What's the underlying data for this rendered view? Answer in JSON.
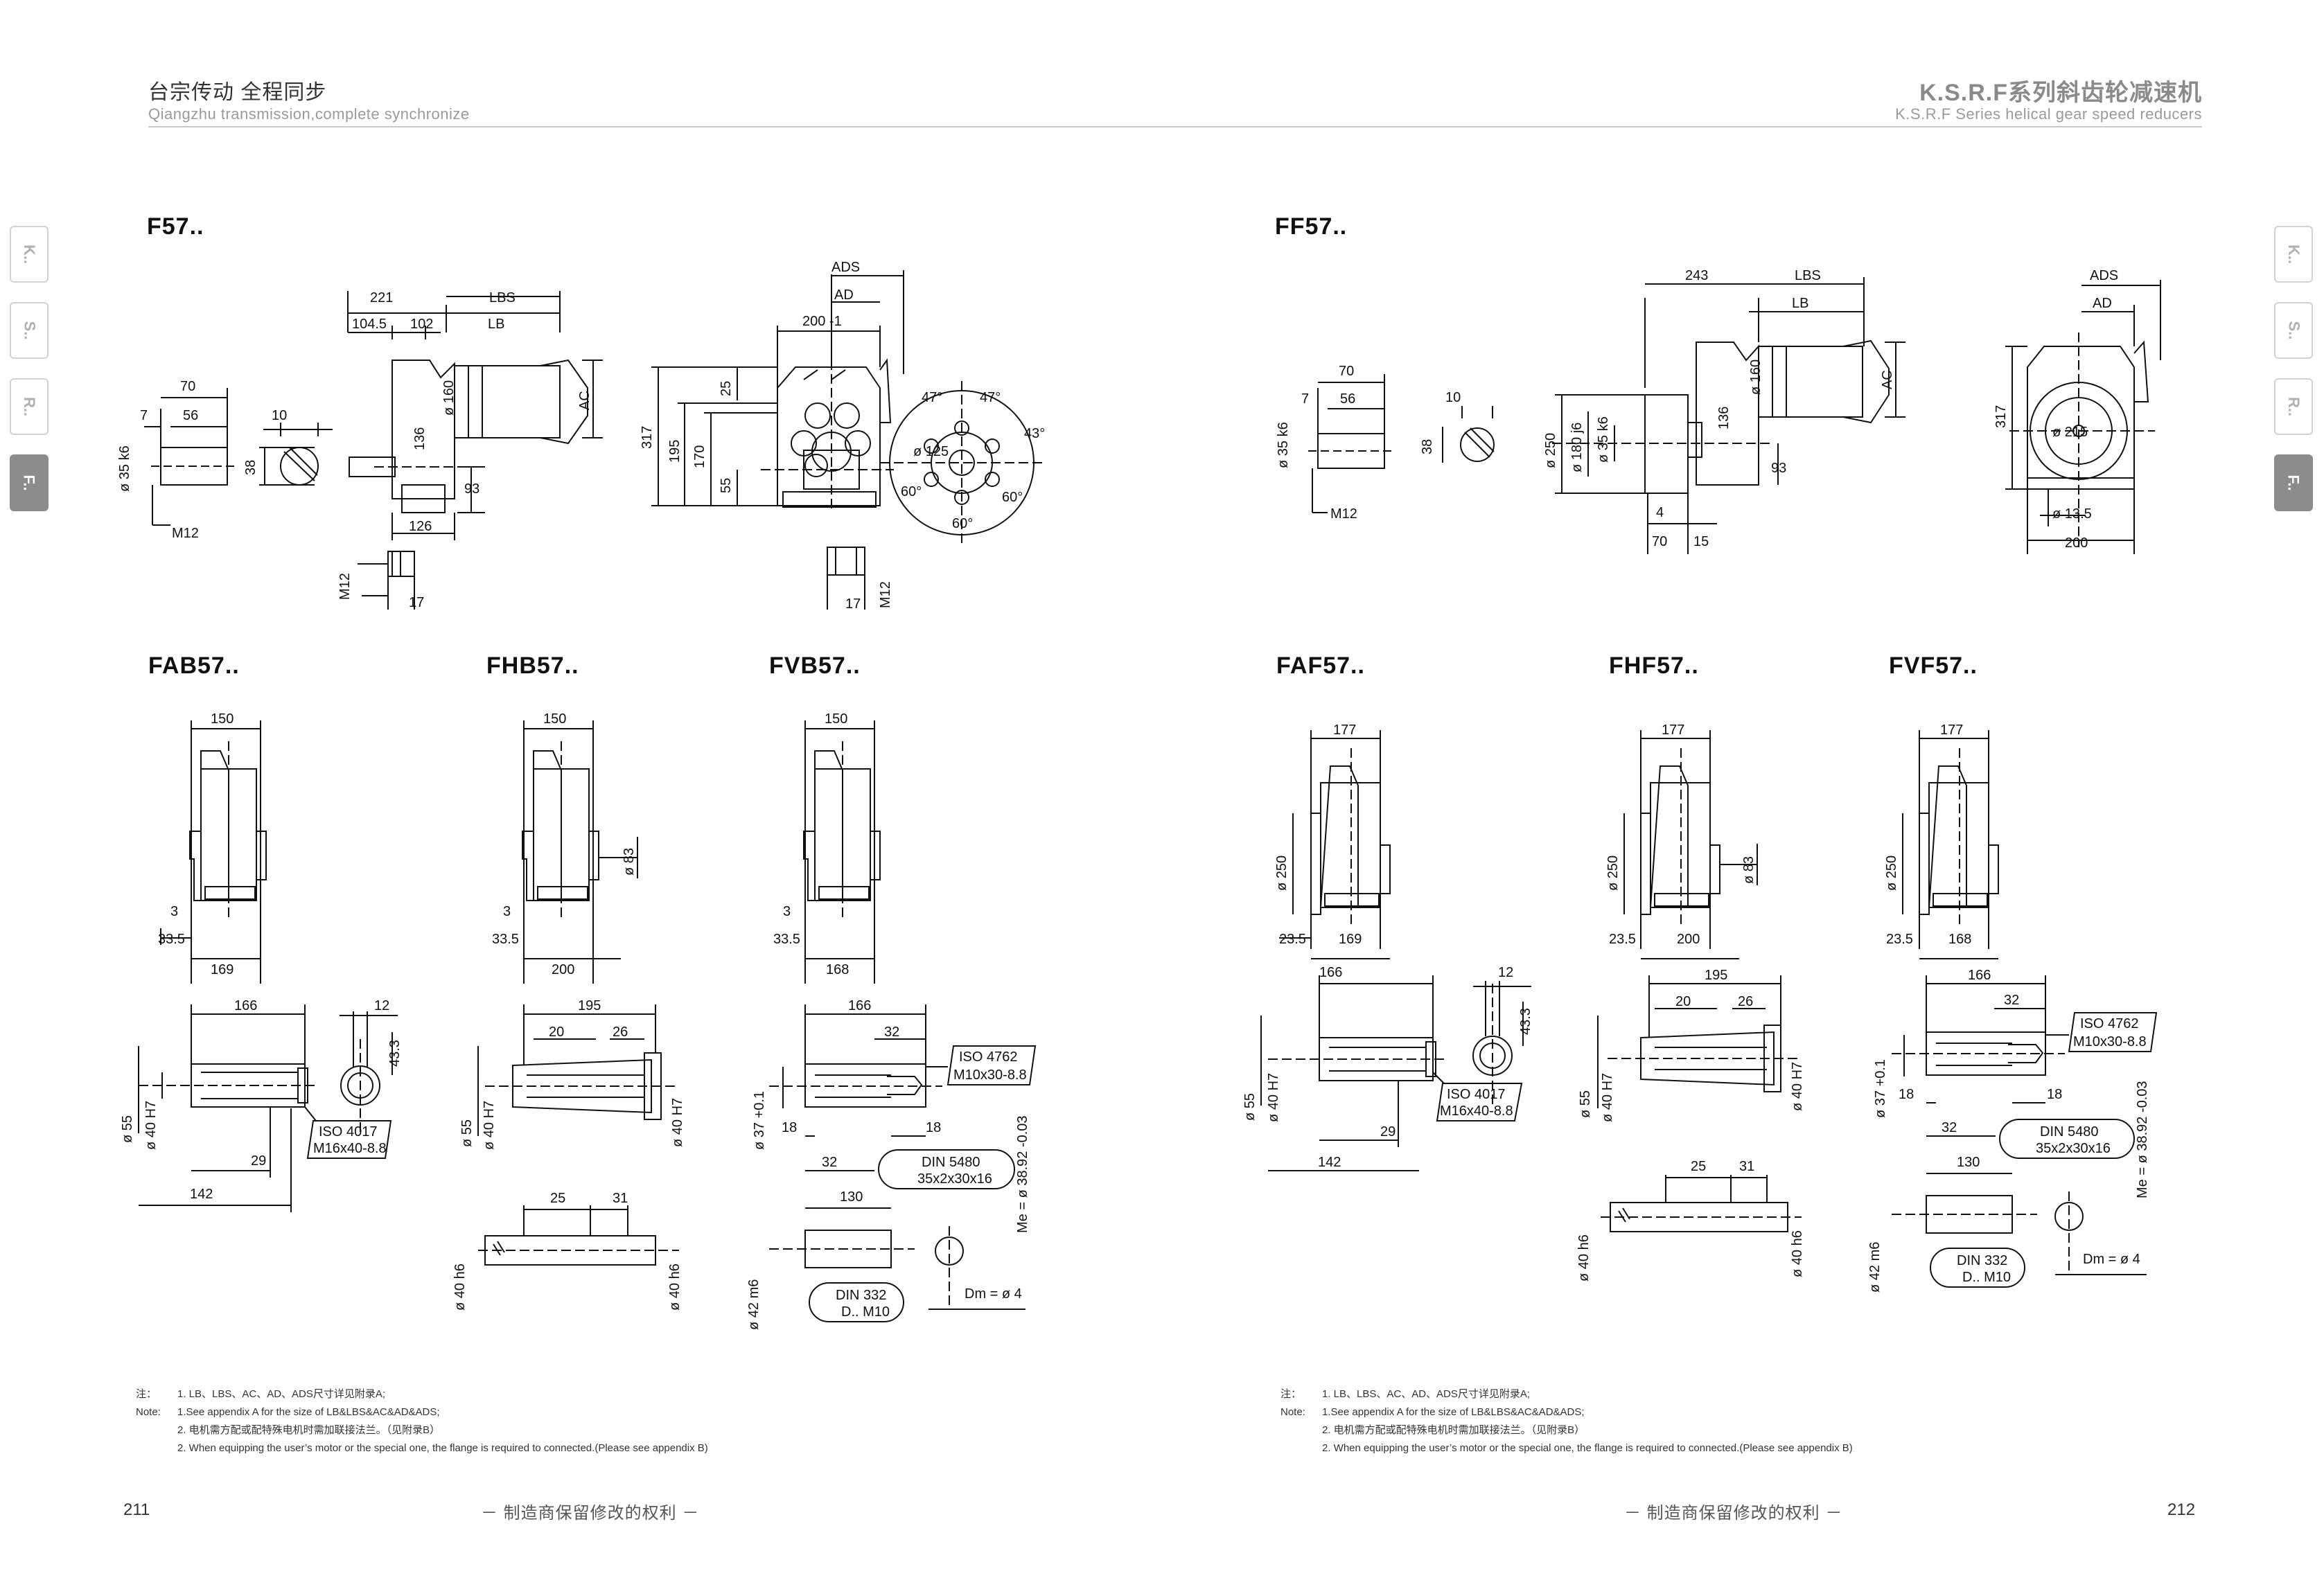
{
  "header": {
    "left_cn": "台宗传动  全程同步",
    "left_en": "Qiangzhu transmission,complete synchronize",
    "right_cn": "K.S.R.F系列斜齿轮减速机",
    "right_en": "K.S.R.F Series helical gear speed reducers"
  },
  "side_tabs": [
    {
      "label": "K..",
      "active": false
    },
    {
      "label": "S..",
      "active": false
    },
    {
      "label": "R..",
      "active": false
    },
    {
      "label": "F..",
      "active": true
    }
  ],
  "models": {
    "f57": "F57..",
    "ff57": "FF57..",
    "fab57": "FAB57..",
    "fhb57": "FHB57..",
    "fvb57": "FVB57..",
    "faf57": "FAF57..",
    "fhf57": "FHF57..",
    "fvf57": "FVF57.."
  },
  "dims": {
    "d221": "221",
    "lbs": "LBS",
    "lb": "LB",
    "d1045": "104.5",
    "d102": "102",
    "d70": "70",
    "d56": "56",
    "d7": "7",
    "d10": "10",
    "d35k6": "ø 35 k6",
    "d38": "38",
    "m12": "M12",
    "d160": "ø 160",
    "d136": "136",
    "ac": "AC",
    "d93": "93",
    "d126": "126",
    "d17": "17",
    "ads": "ADS",
    "ad": "AD",
    "d200": "200 -1",
    "d317": "317",
    "d195": "195",
    "d170": "170",
    "d25": "25",
    "d55": "55",
    "d125": "ø 125",
    "a47": "47°",
    "a43": "43°",
    "a60": "60°",
    "d243": "243",
    "d250": "ø 250",
    "d180": "ø 180 j6",
    "d4": "4",
    "d15": "15",
    "d215": "ø 215",
    "d135": "ø 13.5",
    "d200b": "200",
    "d150": "150",
    "d3": "3",
    "d335": "33.5",
    "d169": "169",
    "d83": "ø 83",
    "d168": "168",
    "d177": "177",
    "d235": "23.5",
    "d166": "166",
    "d12": "12",
    "d433": "43.3",
    "d55h": "ø 55",
    "d40h7": "ø 40 H7",
    "d29": "29",
    "d142": "142",
    "iso4017": "ISO 4017",
    "iso4017b": "M16x40-8.8",
    "d20": "20",
    "d26": "26",
    "d31": "31",
    "d40h6": "ø 40 h6",
    "d32": "32",
    "iso4762": "ISO 4762",
    "iso4762b": "M10x30-8.8",
    "d37": "ø 37 +0.1",
    "d18": "18",
    "d130": "130",
    "din5480": "DIN 5480",
    "din5480b": "35x2x30x16",
    "me": "Me = ø 38.92 -0.03",
    "d42": "ø 42 m6",
    "din332": "DIN 332",
    "din332b": "D.. M10",
    "dm": "Dm = ø 4"
  },
  "notes": {
    "line1_label": "注：",
    "line1": "1. LB、LBS、AC、AD、ADS尺寸详见附录A;",
    "line2_label": "Note:",
    "line2": "1.See appendix A for the size of LB&LBS&AC&AD&ADS;",
    "line3": "2. 电机需方配或配特殊电机时需加联接法兰。（见附录B）",
    "line4": "2. When equipping the user’s motor or the special one, the flange is required to connected.(Please see appendix B)"
  },
  "footer": {
    "left_page": "211",
    "right_page": "212",
    "reserve": "－ 制造商保留修改的权利 －"
  }
}
